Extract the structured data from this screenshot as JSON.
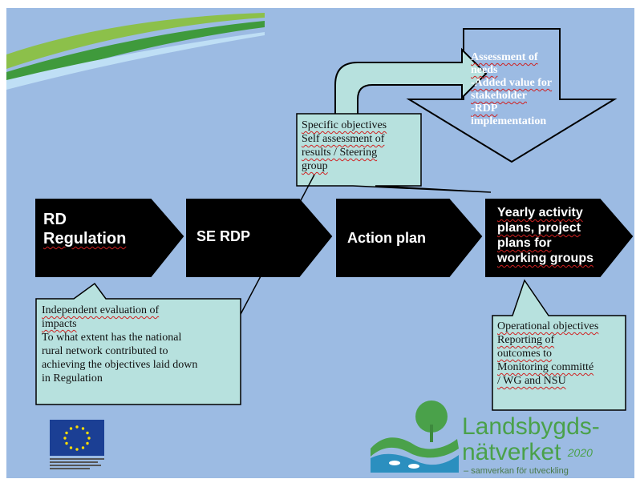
{
  "flow": {
    "step1": {
      "line1": "RD",
      "line2": "Regulation"
    },
    "step2": {
      "label": "SE RDP"
    },
    "step3": {
      "label": "Action plan"
    },
    "step4": {
      "line1": "Yearly activity",
      "line2": "plans, project",
      "line3": "plans for",
      "line4": "working groups"
    }
  },
  "assessment": {
    "lines": [
      "Assessment of",
      "needs",
      "-Added value for",
      "stakeholder",
      "-RDP",
      "implementation"
    ]
  },
  "callout_specific": {
    "lines": [
      "Specific objectives",
      "Self assessment of",
      "results / Steering",
      "group"
    ]
  },
  "callout_independent": {
    "lines": [
      "Independent evaluation of",
      "impacts",
      "To what extent has the national",
      "rural network contributed to",
      "achieving the objectives laid down",
      "in Regulation"
    ]
  },
  "callout_operational": {
    "lines": [
      "Operational objectives",
      "Reporting of",
      "outcomes to",
      "Monitoring committé",
      "/ WG and NSU"
    ]
  },
  "logo": {
    "name_line1": "Landsbygds-",
    "name_line2": "nätverket",
    "year": "2020",
    "tagline": "– samverkan för utveckling"
  },
  "colors": {
    "background": "#9cbbe3",
    "chevron_fill": "#000000",
    "callout_fill": "#b7e1de",
    "logo_green": "#4aa14a",
    "eu_blue": "#1b3f94",
    "eu_star": "#ffdd00"
  }
}
